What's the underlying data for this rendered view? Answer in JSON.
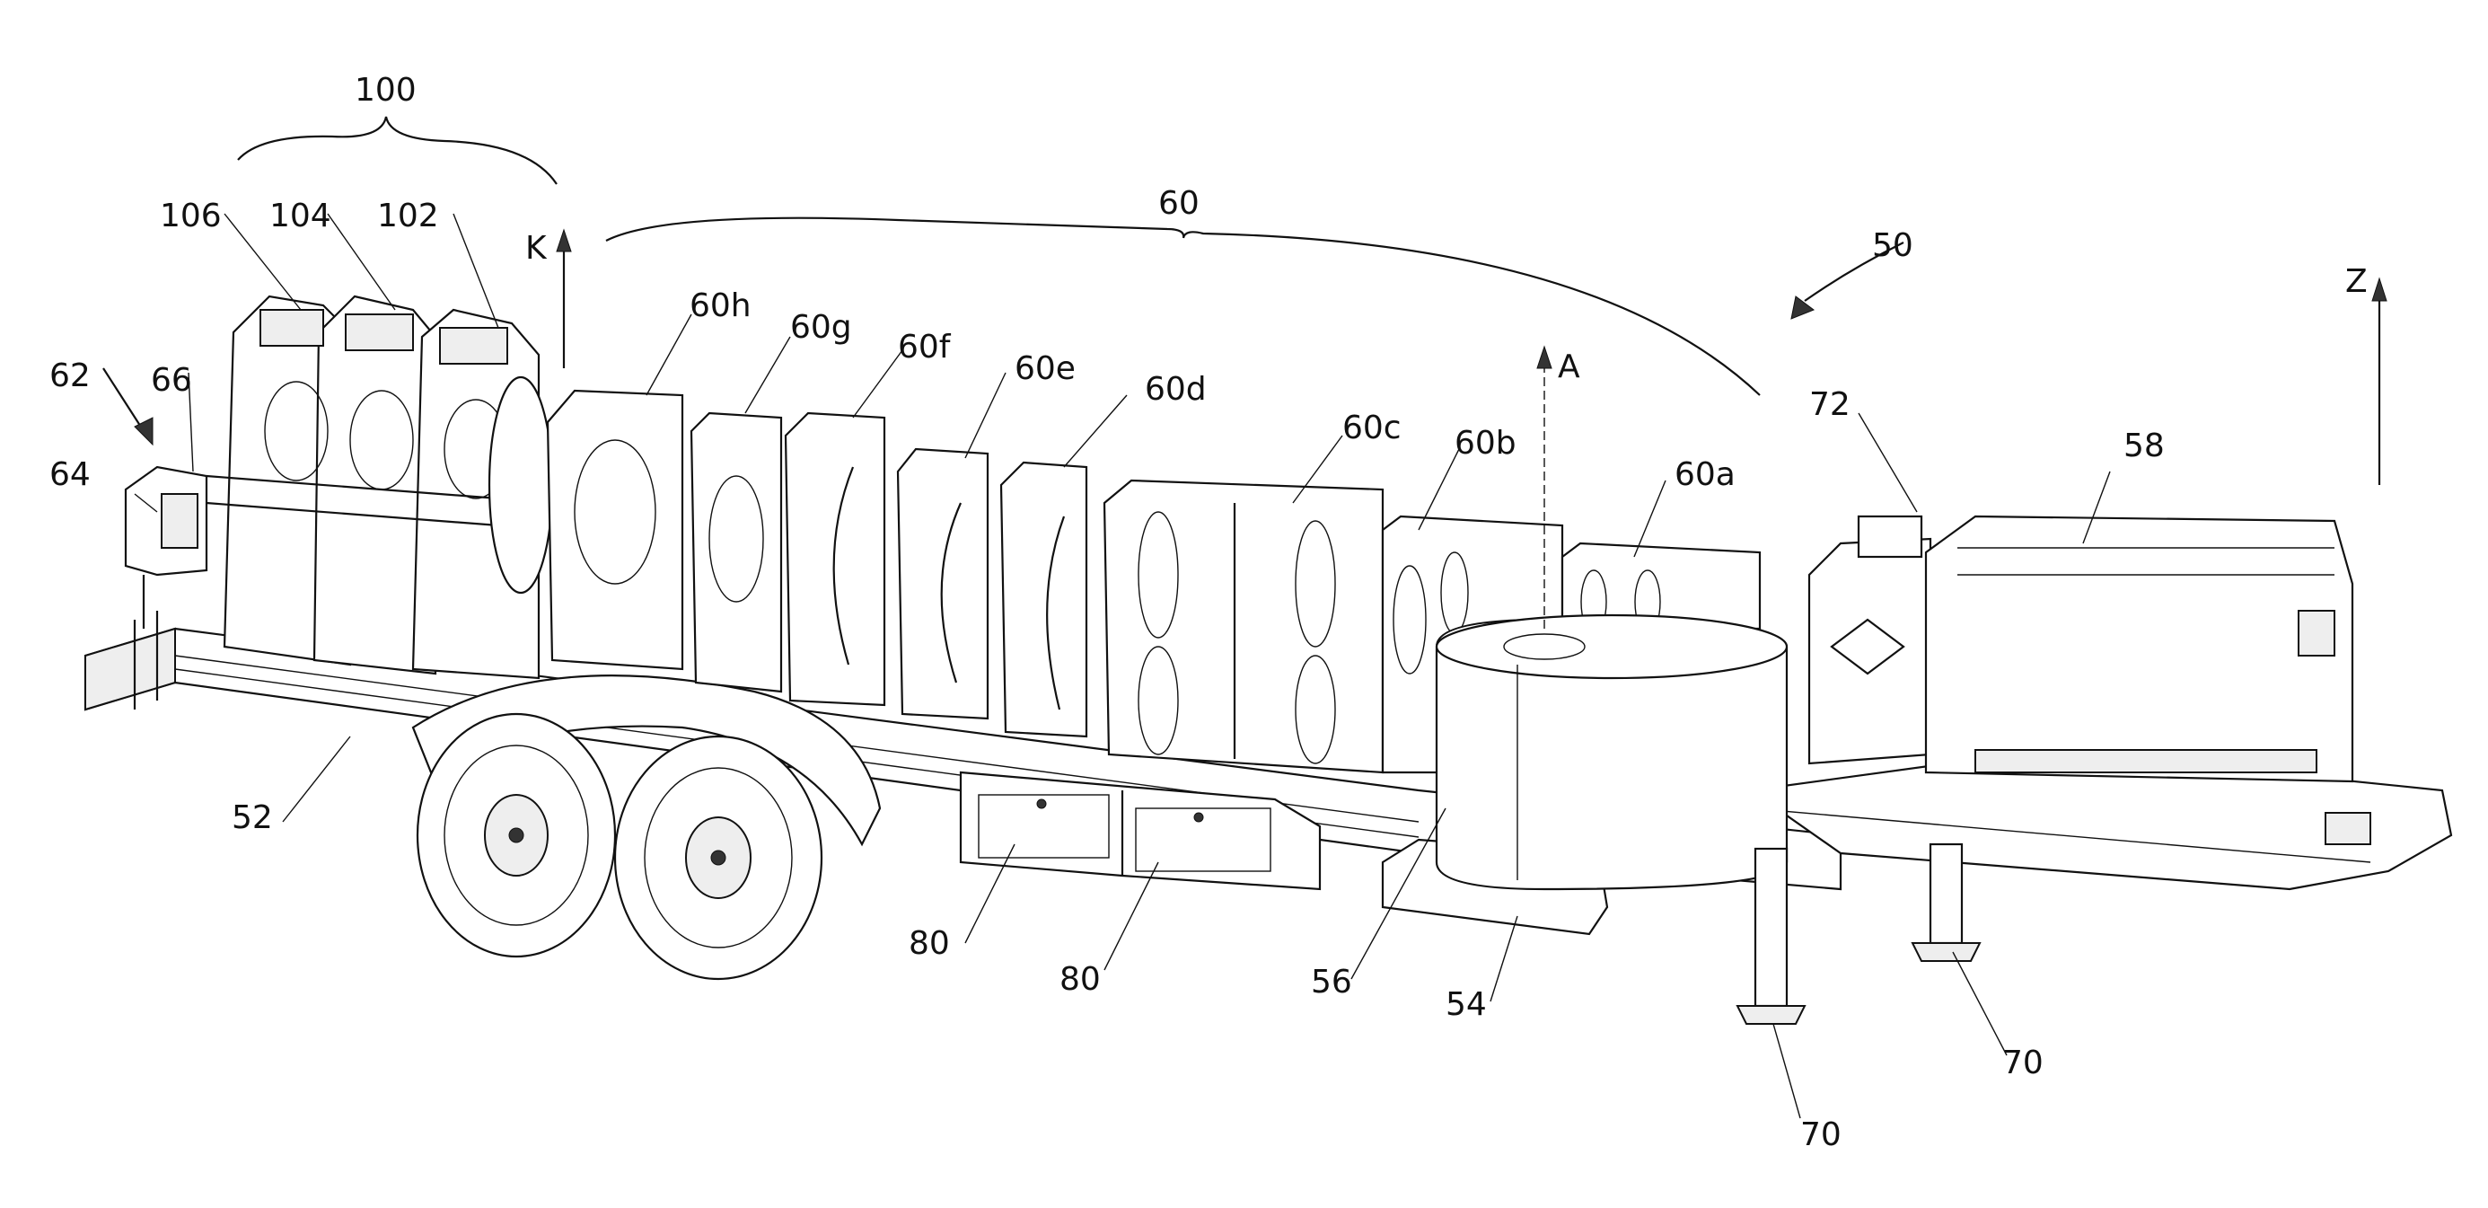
{
  "labels": {
    "trailer_assembly": "50",
    "frame": "52",
    "platform": "54",
    "coil": "56",
    "generator": "58",
    "stands_group": "60",
    "stand_a": "60a",
    "stand_b": "60b",
    "stand_c": "60c",
    "stand_d": "60d",
    "stand_e": "60e",
    "stand_f": "60f",
    "stand_g": "60g",
    "stand_h": "60h",
    "control_station": "62",
    "control_box": "64",
    "panel_post": "66",
    "jack_front": "70",
    "jack_rear": "70",
    "tank": "72",
    "toolbox_left": "80",
    "toolbox_right": "80",
    "end_group": "100",
    "end_unit_1": "102",
    "end_unit_2": "104",
    "end_unit_3": "106"
  },
  "axes": {
    "k": "K",
    "a": "A",
    "z": "Z"
  }
}
